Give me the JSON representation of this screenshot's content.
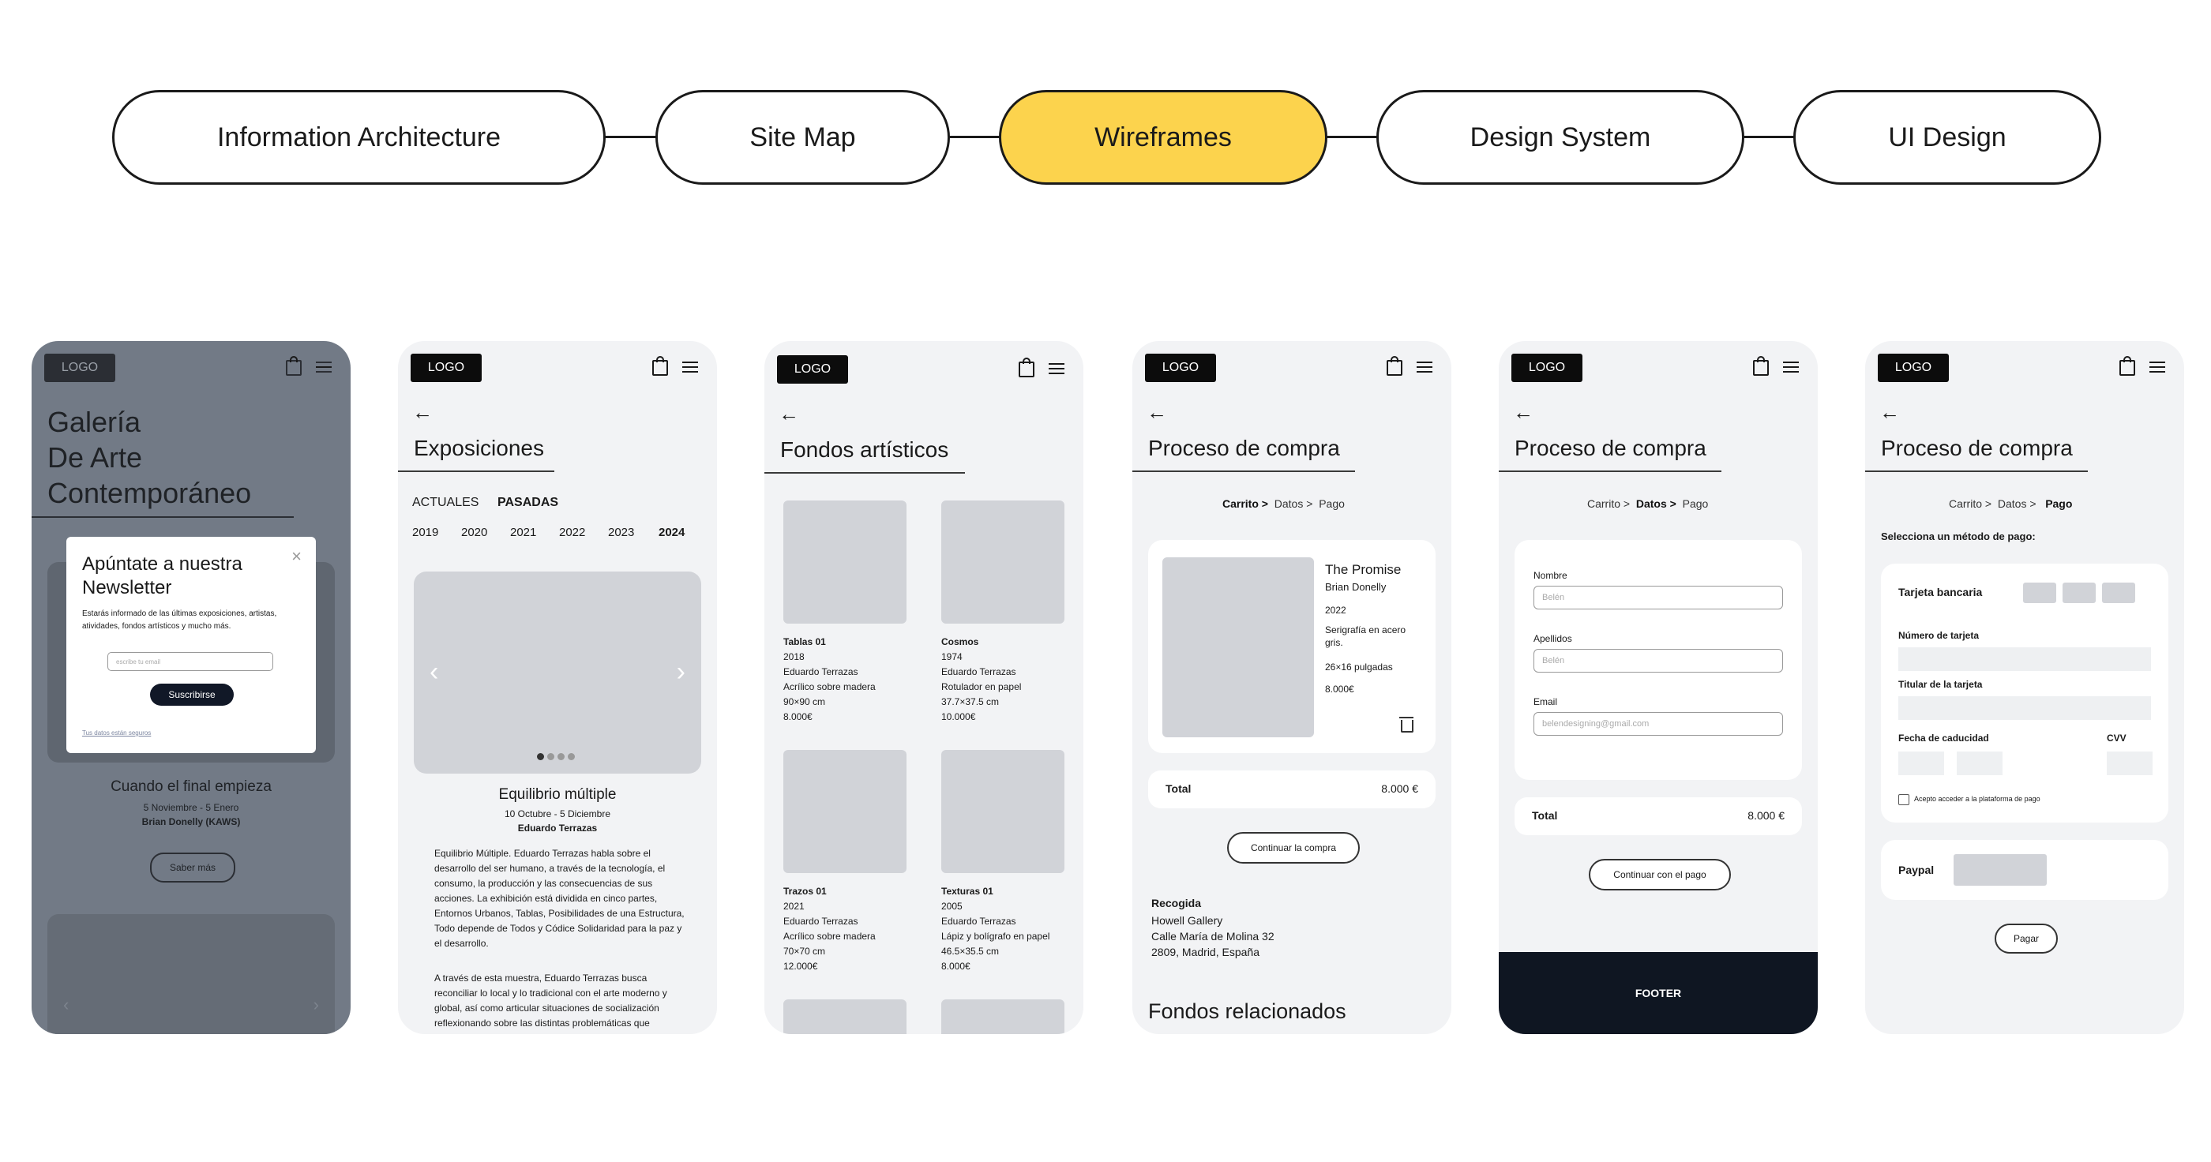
{
  "process": [
    "Information Architecture",
    "Site Map",
    "Wireframes",
    "Design System",
    "UI Design"
  ],
  "colors": {
    "accent": "#fcd34d",
    "dark": "#0f1622",
    "placeholder": "#d1d3d8"
  },
  "common": {
    "logo": "LOGO",
    "footer": "FOOTER"
  },
  "s1": {
    "title": [
      "Galería",
      "De Arte",
      "Contemporáneo"
    ],
    "popup_title": "Apúntate a nuestra Newsletter",
    "popup_text": "Estarás informado de las últimas exposiciones, artistas, atividades, fondos artísticos y mucho más.",
    "email_placeholder": "escribe tu email",
    "subscribe": "Suscribirse",
    "privacy": "Tus datos están seguros",
    "event_title": "Cuando el final empieza",
    "event_dates": "5 Noviembre - 5 Enero",
    "event_artist": "Brian Donelly (KAWS)",
    "more": "Saber más"
  },
  "s2": {
    "title": "Exposiciones",
    "tab_current": "ACTUALES",
    "tab_past": "PASADAS",
    "years": [
      "2019",
      "2020",
      "2021",
      "2022",
      "2023",
      "2024"
    ],
    "expo_title": "Equilibrio múltiple",
    "expo_dates": "10 Octubre - 5 Diciembre",
    "expo_artist": "Eduardo Terrazas",
    "p1": "Equilibrio Múltiple. Eduardo Terrazas habla sobre el desarrollo del ser humano, a través de la tecnología, el consumo, la producción y las consecuencias de sus acciones. La exhibición está dividida en cinco partes, Entornos Urbanos, Tablas, Posibilidades de una Estructura, Todo depende de Todos y Códice Solidaridad para la paz y el desarrollo.",
    "p2": "A través de esta muestra, Eduardo Terrazas busca reconciliar lo local y lo tradicional con el arte moderno y global, así como articular situaciones de socialización reflexionando sobre las distintas problemáticas que constituyen riesgos para el"
  },
  "s3": {
    "title": "Fondos artísticos",
    "works": [
      {
        "name": "Tablas 01",
        "year": "2018",
        "artist": "Eduardo Terrazas",
        "tech": "Acrílico sobre madera",
        "size": "90×90 cm",
        "price": "8.000€"
      },
      {
        "name": "Cosmos",
        "year": "1974",
        "artist": "Eduardo Terrazas",
        "tech": "Rotulador en papel",
        "size": "37.7×37.5 cm",
        "price": "10.000€"
      },
      {
        "name": "Trazos 01",
        "year": "2021",
        "artist": "Eduardo Terrazas",
        "tech": "Acrílico sobre madera",
        "size": "70×70 cm",
        "price": "12.000€"
      },
      {
        "name": "Texturas 01",
        "year": "2005",
        "artist": "Eduardo Terrazas",
        "tech": "Lápiz y bolígrafo en papel",
        "size": "46.5×35.5 cm",
        "price": "8.000€"
      }
    ]
  },
  "s4": {
    "title": "Proceso de compra",
    "crumb1": "Carrito",
    "crumb2": "Datos",
    "crumb3": "Pago",
    "item_name": "The Promise",
    "item_artist": "Brian Donelly",
    "item_year": "2022",
    "item_tech": "Serigrafía en acero gris.",
    "item_size": "26×16 pulgadas",
    "item_price": "8.000€",
    "total_label": "Total",
    "total_value": "8.000 €",
    "continue": "Continuar la compra",
    "pickup_title": "Recogida",
    "pickup_place": "Howell Gallery",
    "pickup_street": "Calle María de Molina 32",
    "pickup_city": "2809, Madrid, España",
    "related": "Fondos relacionados"
  },
  "s5": {
    "title": "Proceso de compra",
    "name_label": "Nombre",
    "name_value": "Belén",
    "surname_label": "Apellidos",
    "surname_value": "Belén",
    "email_label": "Email",
    "email_value": "belendesigning@gmail.com",
    "total_label": "Total",
    "total_value": "8.000 €",
    "continue": "Continuar con el pago"
  },
  "s6": {
    "title": "Proceso de compra",
    "method_title": "Selecciona un método de pago:",
    "card": "Tarjeta bancaria",
    "card_number": "Número de tarjeta",
    "holder": "Titular de la tarjeta",
    "expiry": "Fecha de caducidad",
    "cvv": "CVV",
    "terms": "Acepto acceder a la plataforma de pago",
    "paypal": "Paypal",
    "pay": "Pagar"
  }
}
